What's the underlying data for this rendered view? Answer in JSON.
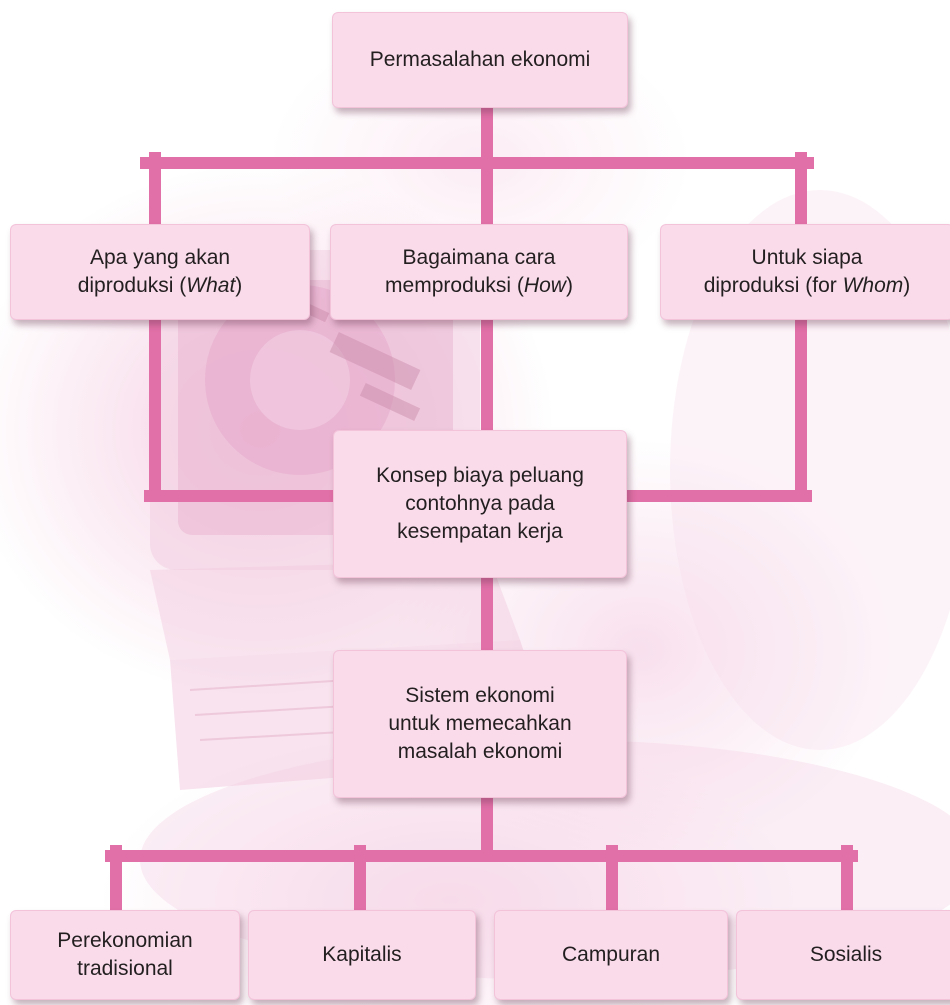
{
  "diagram": {
    "colors": {
      "connector": "#e170a8",
      "node_fill": "#f9dbea",
      "text": "#231f20"
    },
    "root": {
      "label": "Permasalahan ekonomi"
    },
    "questions": [
      {
        "lines": [
          {
            "text": "Apa yang akan"
          },
          {
            "pre": "diproduksi (",
            "em": "What",
            "post": ")"
          }
        ]
      },
      {
        "lines": [
          {
            "text": "Bagaimana cara"
          },
          {
            "pre": "memproduksi (",
            "em": "How",
            "post": ")"
          }
        ]
      },
      {
        "lines": [
          {
            "text": "Untuk siapa"
          },
          {
            "pre": "diproduksi (for ",
            "em": "Whom",
            "post": ")"
          }
        ]
      }
    ],
    "concept": {
      "lines": [
        "Konsep biaya peluang",
        "contohnya pada",
        "kesempatan kerja"
      ]
    },
    "system": {
      "lines": [
        "Sistem ekonomi",
        "untuk memecahkan",
        "masalah ekonomi"
      ]
    },
    "types": [
      {
        "lines": [
          "Perekonomian",
          "tradisional"
        ]
      },
      {
        "lines": [
          "Kapitalis"
        ]
      },
      {
        "lines": [
          "Campuran"
        ]
      },
      {
        "lines": [
          "Sosialis"
        ]
      }
    ]
  }
}
